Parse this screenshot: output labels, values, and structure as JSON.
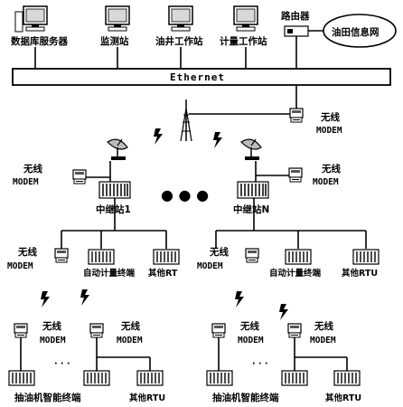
{
  "network": {
    "ethernet": "Ethernet",
    "router": "路由器",
    "oilfield_network": "油田信息网",
    "dots": "● ● ●"
  },
  "top_devices": {
    "db_server": "数据库服务器",
    "monitor_station": "监测站",
    "well_workstation": "油井工作站",
    "metering_workstation": "计量工作站"
  },
  "modems": {
    "wireless": "无线",
    "mode": "MODEM"
  },
  "relay_stations": {
    "relay_1": "中继站1",
    "relay_n": "中继站N"
  },
  "terminals": {
    "auto_metering": "自动计量终端",
    "other_rt": "其他RT",
    "other_rtu": "其他RTU",
    "pump_terminal": "抽油机智能终端",
    "ellipsis": "· · ·"
  }
}
